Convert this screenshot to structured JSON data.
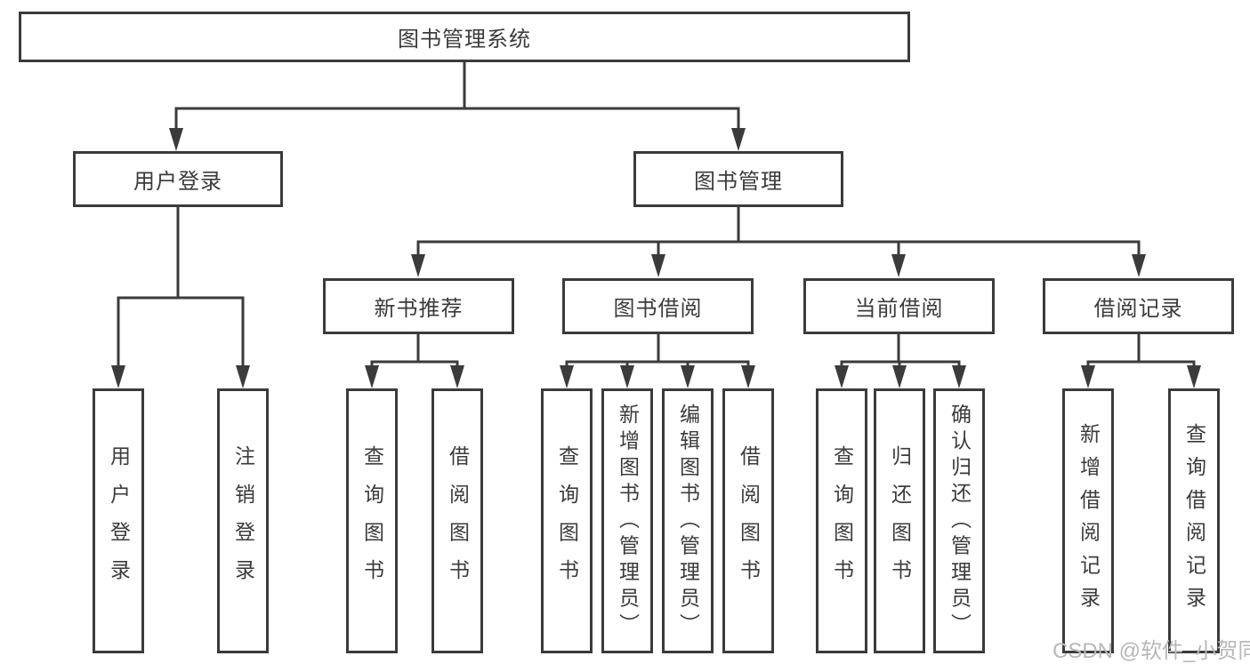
{
  "diagram": {
    "root": {
      "label": "图书管理系统"
    },
    "branches": [
      {
        "label": "用户登录",
        "children": [
          {
            "label": "用户登录"
          },
          {
            "label": "注销登录"
          }
        ]
      },
      {
        "label": "图书管理",
        "children": [
          {
            "label": "新书推荐",
            "children": [
              {
                "label": "查询图书"
              },
              {
                "label": "借阅图书"
              }
            ]
          },
          {
            "label": "图书借阅",
            "children": [
              {
                "label": "查询图书"
              },
              {
                "label": "新增图书（管理员）"
              },
              {
                "label": "编辑图书（管理员）"
              },
              {
                "label": "借阅图书"
              }
            ]
          },
          {
            "label": "当前借阅",
            "children": [
              {
                "label": "查询图书"
              },
              {
                "label": "归还图书"
              },
              {
                "label": "确认归还（管理员）"
              }
            ]
          },
          {
            "label": "借阅记录",
            "children": [
              {
                "label": "新增借阅记录"
              },
              {
                "label": "查询借阅记录"
              }
            ]
          }
        ]
      }
    ]
  },
  "watermark": {
    "text": "CSDN @软件_小贺同学"
  },
  "colors": {
    "line": "#3b3b3b",
    "text": "#3b3b3b",
    "watermark": "#b7b7b7",
    "background": "#ffffff"
  }
}
